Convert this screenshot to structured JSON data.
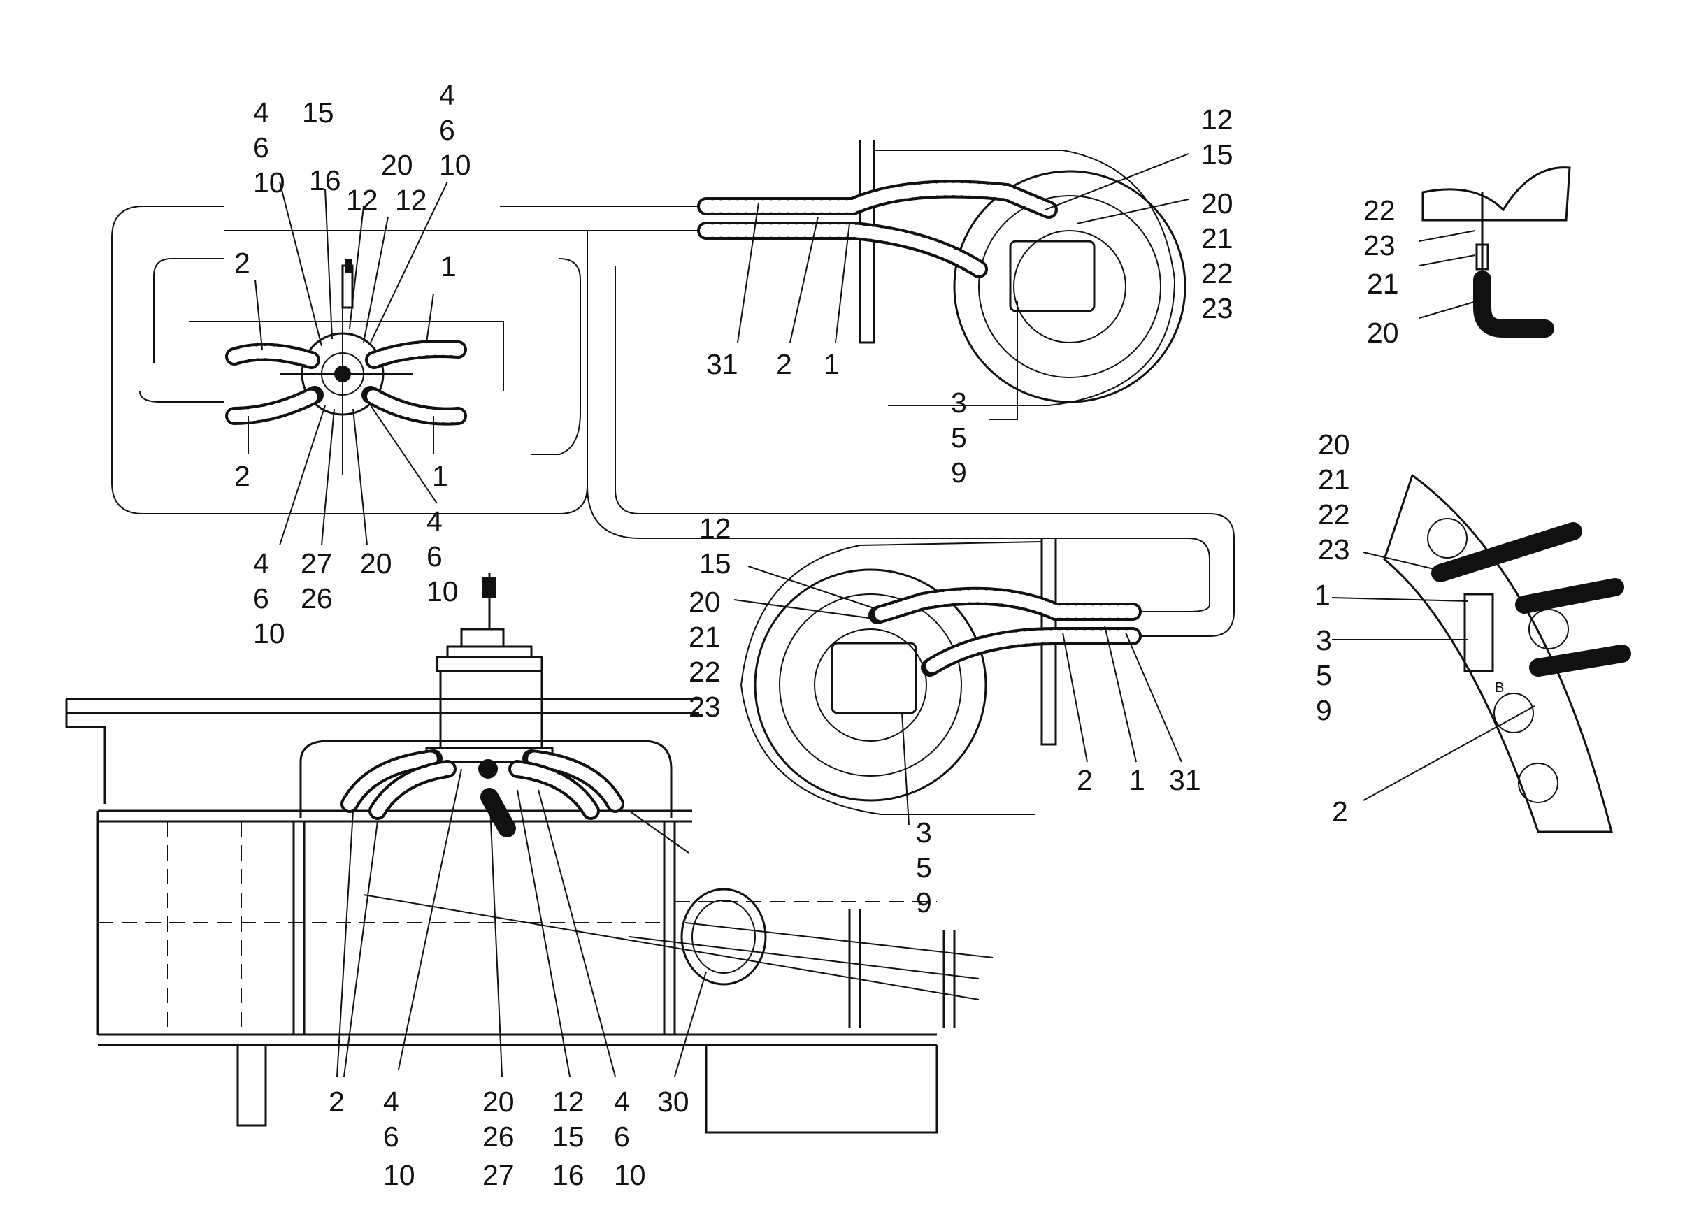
{
  "labels": {
    "hub_top_left": [
      "4",
      "6",
      "10"
    ],
    "hub_top_15": "15",
    "hub_top_16": "16",
    "hub_top_12a": "12",
    "hub_top_20": "20",
    "hub_top_12b": "12",
    "hub_top_right": [
      "4",
      "6",
      "10"
    ],
    "hub_left_2_upper": "2",
    "hub_left_2_lower": "2",
    "hub_right_1_upper": "1",
    "hub_right_1_lower": "1",
    "hub_bottom_left": [
      "4",
      "6",
      "10"
    ],
    "hub_bottom_27_26": [
      "27",
      "26"
    ],
    "hub_bottom_20": "20",
    "hub_bottom_right": [
      "4",
      "6",
      "10"
    ],
    "upper_motor_top_right": [
      "12",
      "15"
    ],
    "upper_motor_right": [
      "20",
      "21",
      "22",
      "23"
    ],
    "upper_motor_bottom": [
      "3",
      "5",
      "9"
    ],
    "upper_motor_31": "31",
    "upper_motor_2": "2",
    "upper_motor_1": "1",
    "detail_a": [
      "22",
      "23",
      "21",
      "20"
    ],
    "detail_b_top": [
      "20",
      "21",
      "22",
      "23"
    ],
    "detail_b_1": "1",
    "detail_b_mid": [
      "3",
      "5",
      "9"
    ],
    "detail_b_2": "2",
    "lower_motor_left": [
      "12",
      "15",
      "20",
      "21",
      "22",
      "23"
    ],
    "lower_motor_bottom_right": [
      "2",
      "1",
      "31"
    ],
    "lower_motor_bottom": [
      "3",
      "5",
      "9"
    ],
    "side_view_2": "2",
    "side_view_4_6_10_a": [
      "4",
      "6",
      "10"
    ],
    "side_view_20_26_27": [
      "20",
      "26",
      "27"
    ],
    "side_view_12_15_16": [
      "12",
      "15",
      "16"
    ],
    "side_view_4_6_10_b": [
      "4",
      "6",
      "10"
    ],
    "side_view_30": "30",
    "side_view_b_mark": "B"
  }
}
